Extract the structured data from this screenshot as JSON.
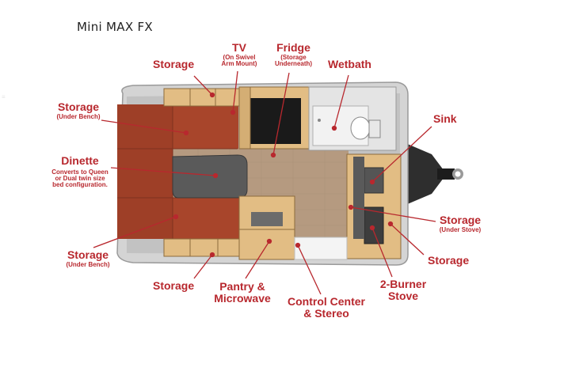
{
  "title": "Mini MAX FX",
  "labels": {
    "storage_top": "Storage",
    "tv": "TV",
    "tv_sub": "(On Swivel\nArm Mount)",
    "fridge": "Fridge",
    "fridge_sub": "(Storage\nUnderneath)",
    "wetbath": "Wetbath",
    "storage_under_bench_top": "Storage",
    "storage_under_bench_top_sub": "(Under Bench)",
    "sink": "Sink",
    "dinette": "Dinette",
    "dinette_sub": "Converts to Queen\nor Dual twin size\nbed configuration.",
    "storage_under_stove": "Storage",
    "storage_under_stove_sub": "(Under Stove)",
    "storage_right": "Storage",
    "storage_under_bench_bottom": "Storage",
    "storage_under_bench_bottom_sub": "(Under Bench)",
    "storage_bottom": "Storage",
    "pantry": "Pantry &\nMicrowave",
    "control_center": "Control Center\n& Stereo",
    "stove": "2-Burner\nStove"
  },
  "colors": {
    "label_red": "#b8282e",
    "bench_red": "#a8452b",
    "cabinet_wood": "#e2bd84",
    "floor": "#b59a80",
    "shell": "#d4d4d4",
    "tongue": "#2e2e2e"
  }
}
